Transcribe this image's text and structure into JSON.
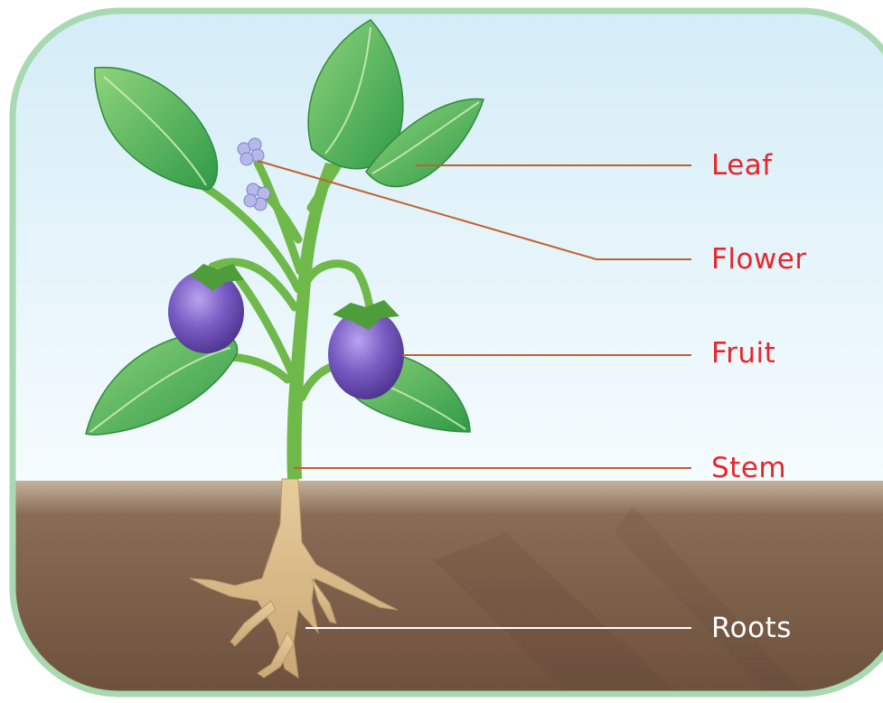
{
  "labels": {
    "leaf": "Leaf",
    "flower": "Flower",
    "fruit": "Fruit",
    "stem": "Stem",
    "roots": "Roots"
  },
  "colors": {
    "label_red": "#e8262b",
    "label_white": "#ffffff",
    "leader_line": "#c0622f",
    "roots_line": "#ffffff",
    "sky_top": "#cfe9f6",
    "sky_bottom": "#f4fbfe",
    "soil_top": "#b8a48e",
    "soil_bottom": "#6f5440",
    "frame": "#a8d9b0",
    "leaf": "#5cb85a",
    "fruit": "#6b4fb0",
    "flower": "#b7b8ea"
  }
}
